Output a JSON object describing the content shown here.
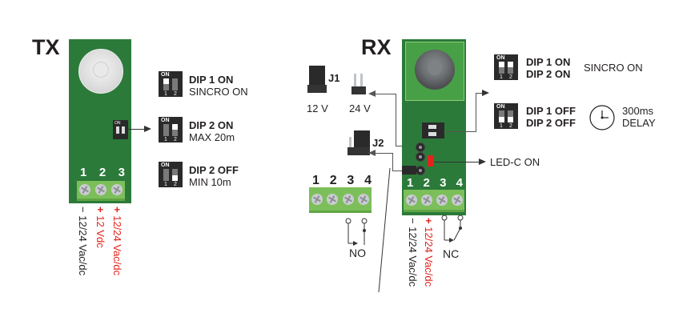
{
  "tx": {
    "title": "TX",
    "terminal_numbers": [
      "1",
      "2",
      "3"
    ],
    "wiring": [
      {
        "sign": "−",
        "text": "12/24 Vac/dc",
        "color": "#231f20"
      },
      {
        "sign": "+",
        "text": "12 Vdc",
        "color": "#e3231b"
      },
      {
        "sign": "+",
        "text": "12/24 Vac/dc",
        "color": "#e3231b"
      }
    ],
    "dip_settings": [
      {
        "line1": "DIP 1 ON",
        "line2": "SINCRO ON",
        "dip1": "on",
        "dip2": "off"
      },
      {
        "line1": "DIP 2 ON",
        "line2": "MAX 20m",
        "dip1": "off",
        "dip2": "on"
      },
      {
        "line1": "DIP 2 OFF",
        "line2": "MIN 10m",
        "dip1": "off",
        "dip2": "off"
      }
    ],
    "dip_on_label": "ON",
    "dip_numbers": [
      "1",
      "2"
    ]
  },
  "rx": {
    "title": "RX",
    "j1": {
      "label": "J1",
      "options": [
        "12 V",
        "24 V"
      ]
    },
    "j2": {
      "label": "J2"
    },
    "aux_terminal_numbers": [
      "1",
      "2",
      "3",
      "4"
    ],
    "aux_contact": "NO",
    "terminal_numbers": [
      "1",
      "2",
      "3",
      "4"
    ],
    "wiring": [
      {
        "sign": "−",
        "text": "12/24 Vac/dc",
        "color": "#231f20"
      },
      {
        "sign": "+",
        "text": "12/24 Vac/dc",
        "color": "#e3231b"
      }
    ],
    "main_contact": "NC",
    "led_label": "LED-C ON",
    "dip_settings": [
      {
        "line1": "DIP 1 ON",
        "line2": "DIP 2 ON",
        "desc": "SINCRO ON",
        "dip1": "on",
        "dip2": "on"
      },
      {
        "line1": "DIP 1 OFF",
        "line2": "DIP 2 OFF",
        "desc_line1": "300ms",
        "desc_line2": "DELAY",
        "dip1": "off",
        "dip2": "off"
      }
    ],
    "icons": {
      "timer": "clock-icon"
    }
  },
  "colors": {
    "pcb_green": "#2c7a3a",
    "terminal_green": "#7cbf5a",
    "led_red": "#e3231b",
    "text_dark": "#231f20"
  }
}
